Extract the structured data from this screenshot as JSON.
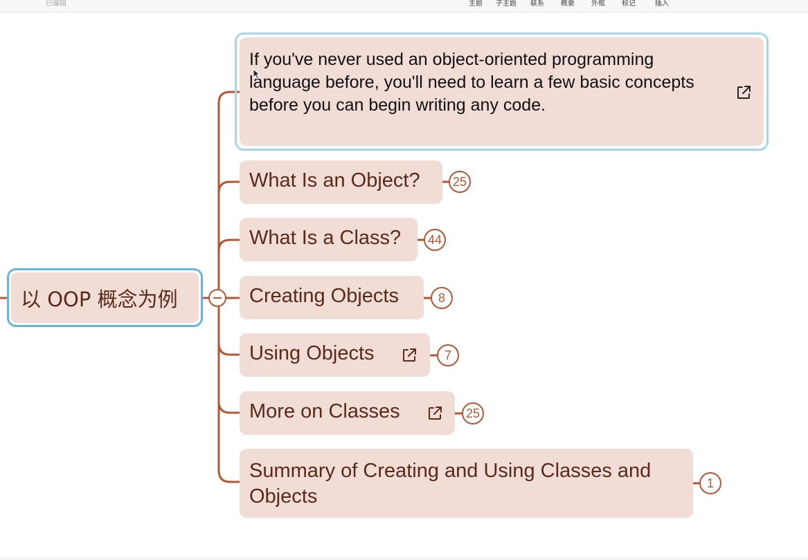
{
  "app": {
    "status": "已编辑",
    "toolbar": [
      "主题",
      "子主题",
      "联系",
      "概要",
      "外框",
      "标记",
      "插入"
    ]
  },
  "colors": {
    "branch": "#b45533",
    "node_fill": "#f1dcd6",
    "node_text": "#5a2a18",
    "selection": "#64b4e6"
  },
  "mindmap": {
    "root": {
      "label": "以 OOP 概念为例",
      "selected": true
    },
    "children": [
      {
        "label": "If you've never used an object-oriented programming language before, you'll need to learn a few basic concepts before you can begin writing any code.",
        "has_link": true,
        "selected": true
      },
      {
        "label": "What Is an Object?",
        "count": "25"
      },
      {
        "label": "What Is a Class?",
        "count": "44"
      },
      {
        "label": "Creating Objects",
        "count": "8"
      },
      {
        "label": "Using Objects",
        "has_link": true,
        "count": "7"
      },
      {
        "label": "More on Classes",
        "has_link": true,
        "count": "25"
      },
      {
        "label": "Summary of Creating and Using Classes and Objects",
        "count": "1"
      }
    ]
  }
}
